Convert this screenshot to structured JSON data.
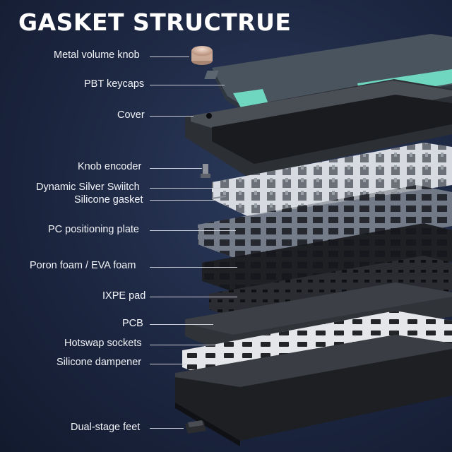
{
  "title": "GASKET STRUCTRUE",
  "labels": {
    "knob": "Metal volume knob",
    "keycaps": "PBT keycaps",
    "cover": "Cover",
    "encoder": "Knob encoder",
    "switch": "Dynamic Silver Swiitch",
    "gasket": "Silicone gasket",
    "plate": "PC positioning plate",
    "foam": "Poron foam / EVA foam",
    "ixpe": "IXPE pad",
    "pcb": "PCB",
    "sockets": "Hotswap sockets",
    "dampener": "Silicone dampener",
    "feet": "Dual-stage feet"
  },
  "colors": {
    "background": "#1c2640",
    "keycap_dark": "#3e4852",
    "keycap_accent": "#6fd6c0",
    "knob": "#d9b9a4"
  }
}
